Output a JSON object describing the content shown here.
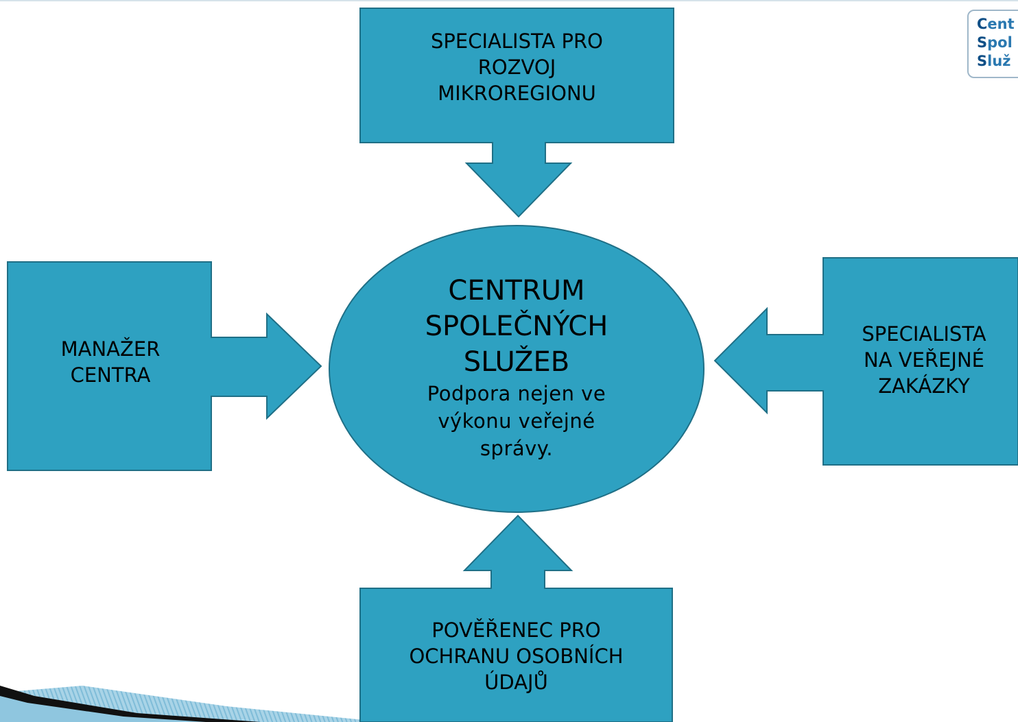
{
  "colors": {
    "shape_fill": "#2ea1c1",
    "shape_stroke": "#1f6f86",
    "text": "#000000",
    "corner_stripe_dark": "#0d0d0d",
    "corner_stripe_light": "#8fc6df"
  },
  "logo": {
    "lines": [
      {
        "lead": "C",
        "rest": "ent"
      },
      {
        "lead": "S",
        "rest": "pol"
      },
      {
        "lead": "S",
        "rest": "luž"
      }
    ]
  },
  "center": {
    "title_lines": [
      "CENTRUM",
      "SPOLEČNÝCH",
      "SLUŽEB"
    ],
    "subtitle_lines": [
      "Podpora nejen ve",
      "výkonu veřejné",
      "správy."
    ]
  },
  "top": {
    "lines": [
      "SPECIALISTA PRO",
      "ROZVOJ",
      "MIKROREGIONU"
    ]
  },
  "left": {
    "lines": [
      "MANAŽER",
      "CENTRA"
    ]
  },
  "right": {
    "lines": [
      "SPECIALISTA",
      "NA VEŘEJNÉ",
      "ZAKÁZKY"
    ]
  },
  "bottom": {
    "lines": [
      "POVĚŘENEC PRO",
      "OCHRANU OSOBNÍCH",
      "ÚDAJŮ"
    ]
  }
}
